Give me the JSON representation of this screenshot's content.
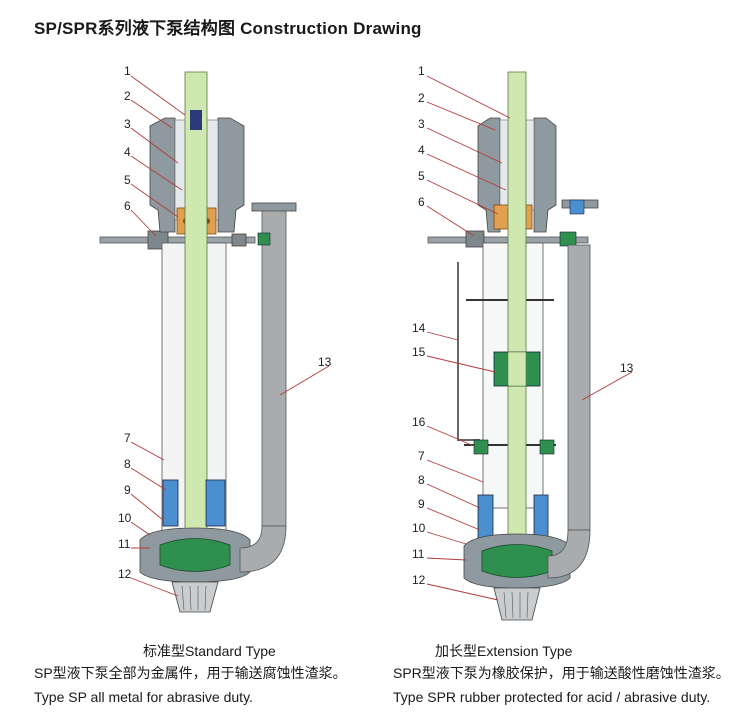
{
  "title": "SP/SPR系列液下泵结构图  Construction Drawing",
  "standard": {
    "name": "标准型Standard Type",
    "desc_cn": "SP型液下泵全部为金属件，用于输送腐蚀性渣浆。",
    "desc_en": "Type SP all metal for abrasive duty.",
    "callouts": [
      "1",
      "2",
      "3",
      "4",
      "5",
      "6",
      "7",
      "8",
      "9",
      "10",
      "11",
      "12",
      "13"
    ]
  },
  "extension": {
    "name": "加长型Extension Type",
    "desc_cn": "SPR型液下泵为橡胶保护，用于输送酸性磨蚀性渣浆。",
    "desc_en": "Type SPR rubber protected for acid / abrasive duty.",
    "callouts": [
      "1",
      "2",
      "3",
      "4",
      "5",
      "6",
      "14",
      "15",
      "16",
      "7",
      "8",
      "9",
      "10",
      "11",
      "12",
      "13"
    ]
  },
  "colors": {
    "shaft": "#cfe8b0",
    "casing": "#8f9aa0",
    "bearing": "#e0a050",
    "impeller": "#2f8f4f",
    "bracket": "#4a8fd0",
    "pipe": "#a9acae",
    "leader": "#b43a3a"
  }
}
